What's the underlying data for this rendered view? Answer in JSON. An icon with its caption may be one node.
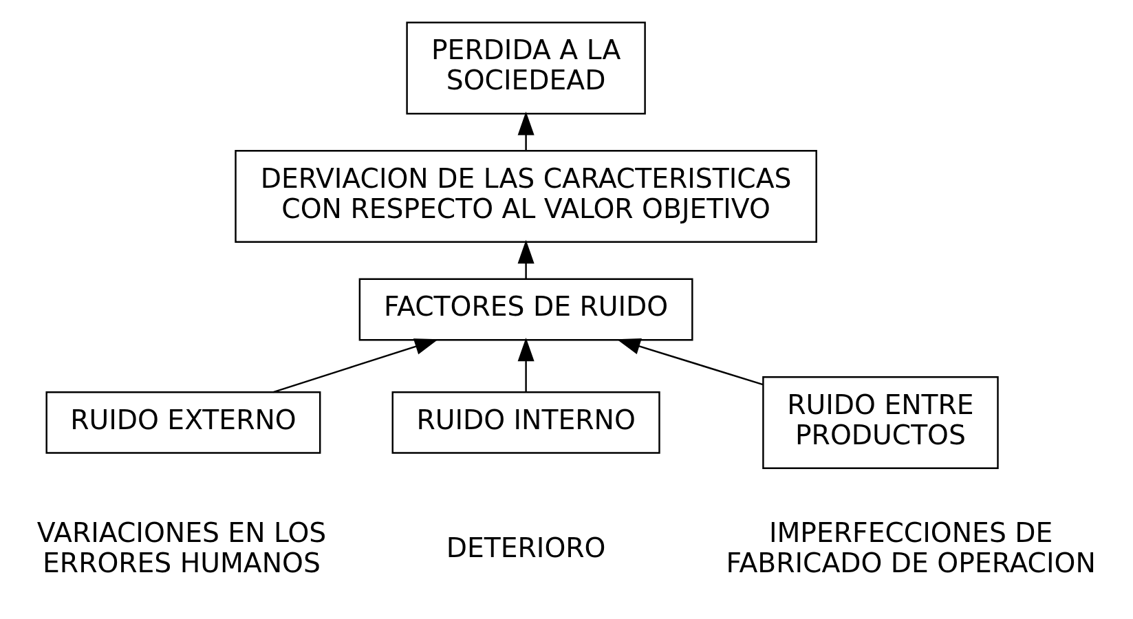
{
  "diagram": {
    "nodes": [
      {
        "text": [
          "PERDIDA A LA SOCIEDEAD"
        ]
      },
      {
        "text": [
          "DERVIACION DE LAS CARACTERISTICAS CON RESPECTO AL VALOR OBJETIVO"
        ]
      },
      {
        "text": [
          "FACTORES DE RUIDO"
        ]
      },
      {
        "text": [
          "RUIDO EXTERNO"
        ],
        "beside": [
          "VARIACIONES EN LOS ERRORES HUMANOS"
        ]
      },
      {
        "text": [
          "RUIDO INTERNO"
        ],
        "beside": [
          "DETERIORO"
        ]
      },
      {
        "text": [
          "RUIDO ENTRE PRODUCTOS"
        ],
        "beside": [
          "IMPERFECCIONES DE FABRICADO DE OPERACION"
        ]
      }
    ],
    "edges": [
      {
        "from": 1,
        "to": 0,
        "arrow": "to"
      },
      {
        "from": 2,
        "to": 1,
        "arrow": "to"
      },
      {
        "from": 3,
        "to": 2,
        "arrow": "to"
      },
      {
        "from": 4,
        "to": 2,
        "arrow": "to"
      },
      {
        "from": 5,
        "to": 2,
        "arrow": "to"
      }
    ]
  }
}
